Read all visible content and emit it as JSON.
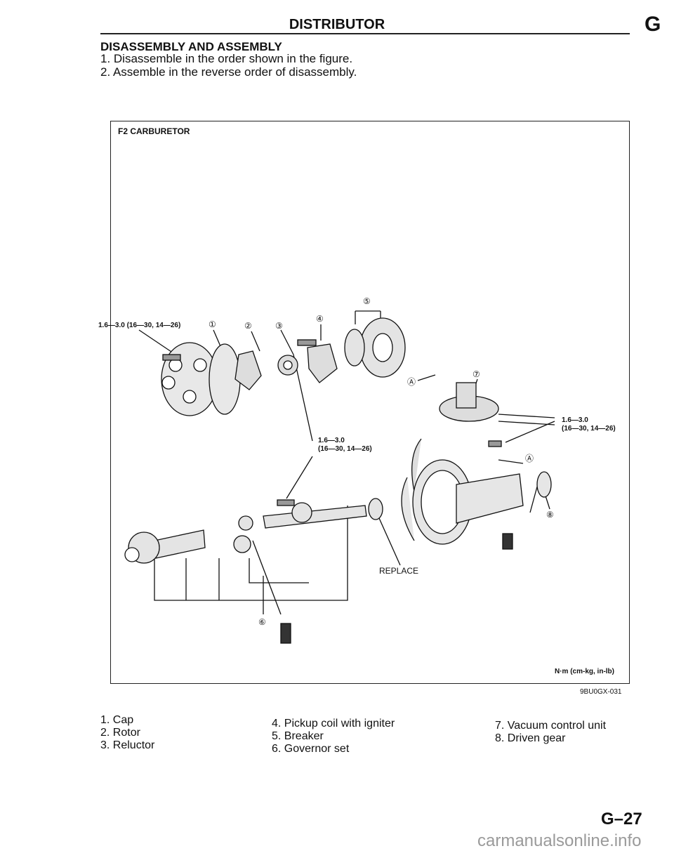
{
  "header": {
    "title": "DISTRIBUTOR",
    "section_letter": "G"
  },
  "section": {
    "title": "DISASSEMBLY AND ASSEMBLY",
    "steps": [
      "1. Disassemble in the order shown in the figure.",
      "2. Assemble in the reverse order of disassembly."
    ]
  },
  "figure": {
    "title": "F2 CARBURETOR",
    "torque_labels": [
      "1.6—3.0 (16—30, 14—26)",
      "1.6—3.0",
      "(16—30, 14—26)",
      "1.6—3.0",
      "(16—30, 14—26)"
    ],
    "callouts": [
      "①",
      "②",
      "③",
      "④",
      "⑤",
      "⑥",
      "⑦",
      "⑧",
      "Ⓐ",
      "Ⓐ"
    ],
    "replace_label": "REPLACE",
    "units": "N·m (cm-kg, in-lb)",
    "code": "9BU0GX-031"
  },
  "legend": [
    [
      "1. Cap",
      "2. Rotor",
      "3. Reluctor"
    ],
    [
      "4. Pickup coil with igniter",
      "5. Breaker",
      "6. Governor set"
    ],
    [
      "7. Vacuum control unit",
      "8. Driven gear"
    ]
  ],
  "page_number": "G–27",
  "watermark": "carmanualsonline.info"
}
